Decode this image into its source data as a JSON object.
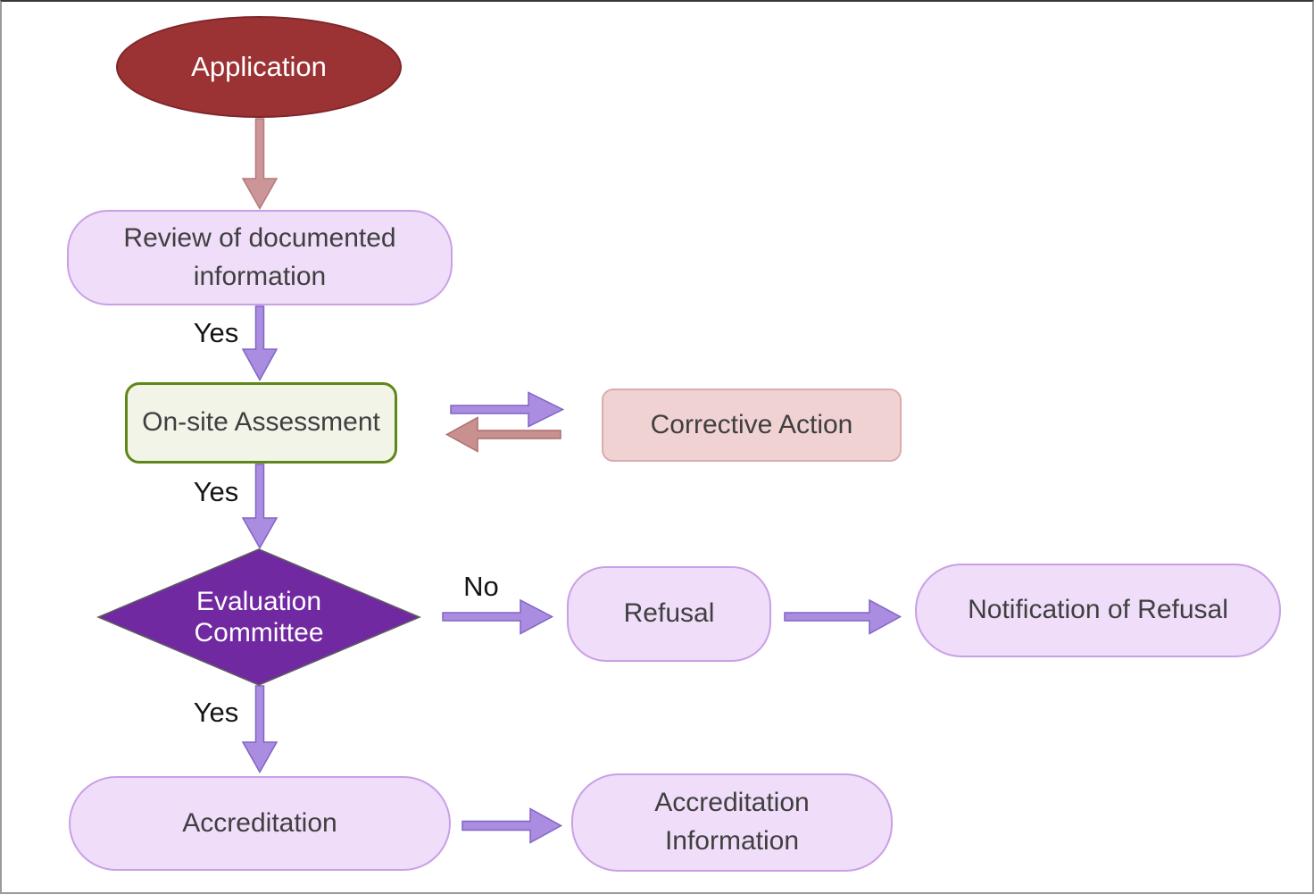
{
  "flowchart": {
    "nodes": {
      "application": "Application",
      "review": "Review of documented information",
      "onsite_assessment": "On-site Assessment",
      "corrective_action": "Corrective Action",
      "evaluation_committee": "Evaluation Committee",
      "refusal": "Refusal",
      "notification_of_refusal": "Notification of Refusal",
      "accreditation": "Accreditation",
      "accreditation_information": "Accreditation Information"
    },
    "edge_labels": {
      "review_to_onsite": "Yes",
      "onsite_to_committee": "Yes",
      "committee_to_accreditation": "Yes",
      "committee_to_refusal": "No"
    },
    "colors": {
      "application_fill": "#9b3234",
      "application_border": "#7f2629",
      "purple_node_fill": "#efddf9",
      "purple_node_border": "#c9a0e6",
      "onsite_fill": "#f3f4e8",
      "onsite_border": "#5f8718",
      "corrective_fill": "#f1d2d2",
      "corrective_border": "#dcabad",
      "diamond_fill": "#7129a1",
      "arrow_purple_fill": "#aa8ce0",
      "arrow_purple_border": "#8165c6",
      "arrow_pink_fill": "#c8908f",
      "arrow_pink_border": "#ad6f6f",
      "node_text": "#3f3f3f",
      "edge_label_text": "#141414"
    }
  }
}
